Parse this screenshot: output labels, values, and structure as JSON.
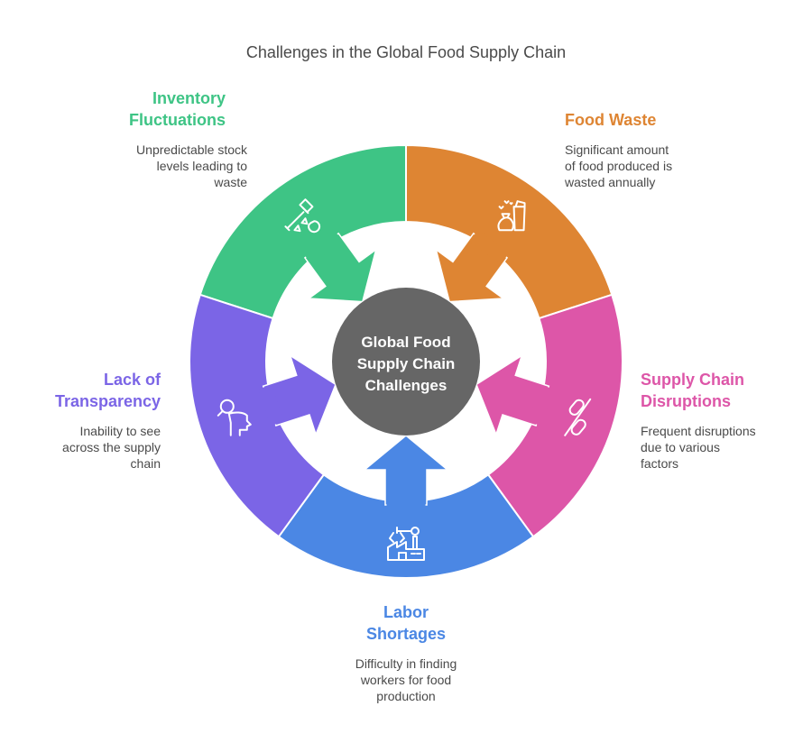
{
  "title": "Challenges in the Global Food Supply Chain",
  "center": {
    "lines": [
      "Global Food",
      "Supply Chain",
      "Challenges"
    ],
    "color": "#666666"
  },
  "segments": [
    {
      "id": "inventory",
      "title_lines": [
        "Inventory",
        "Fluctuations"
      ],
      "desc_lines": [
        "Unpredictable stock",
        "levels leading to",
        "waste"
      ],
      "color": "#3EC485",
      "icon": "axe-broken-pieces-icon"
    },
    {
      "id": "food-waste",
      "title_lines": [
        "Food Waste"
      ],
      "desc_lines": [
        "Significant amount",
        "of food produced is",
        "wasted annually"
      ],
      "color": "#DE8533",
      "icon": "trash-bag-bin-icon"
    },
    {
      "id": "disruptions",
      "title_lines": [
        "Supply Chain",
        "Disruptions"
      ],
      "desc_lines": [
        "Frequent disruptions",
        "due to various",
        "factors"
      ],
      "color": "#DD56A8",
      "icon": "chain-link-icon"
    },
    {
      "id": "labor",
      "title_lines": [
        "Labor",
        "Shortages"
      ],
      "desc_lines": [
        "Difficulty in finding",
        "workers for food",
        "production"
      ],
      "color": "#4B87E4",
      "icon": "factory-robot-arm-icon"
    },
    {
      "id": "transparency",
      "title_lines": [
        "Lack of",
        "Transparency"
      ],
      "desc_lines": [
        "Inability to see",
        "across the supply",
        "chain"
      ],
      "color": "#7B65E6",
      "icon": "head-magnifier-icon"
    }
  ]
}
